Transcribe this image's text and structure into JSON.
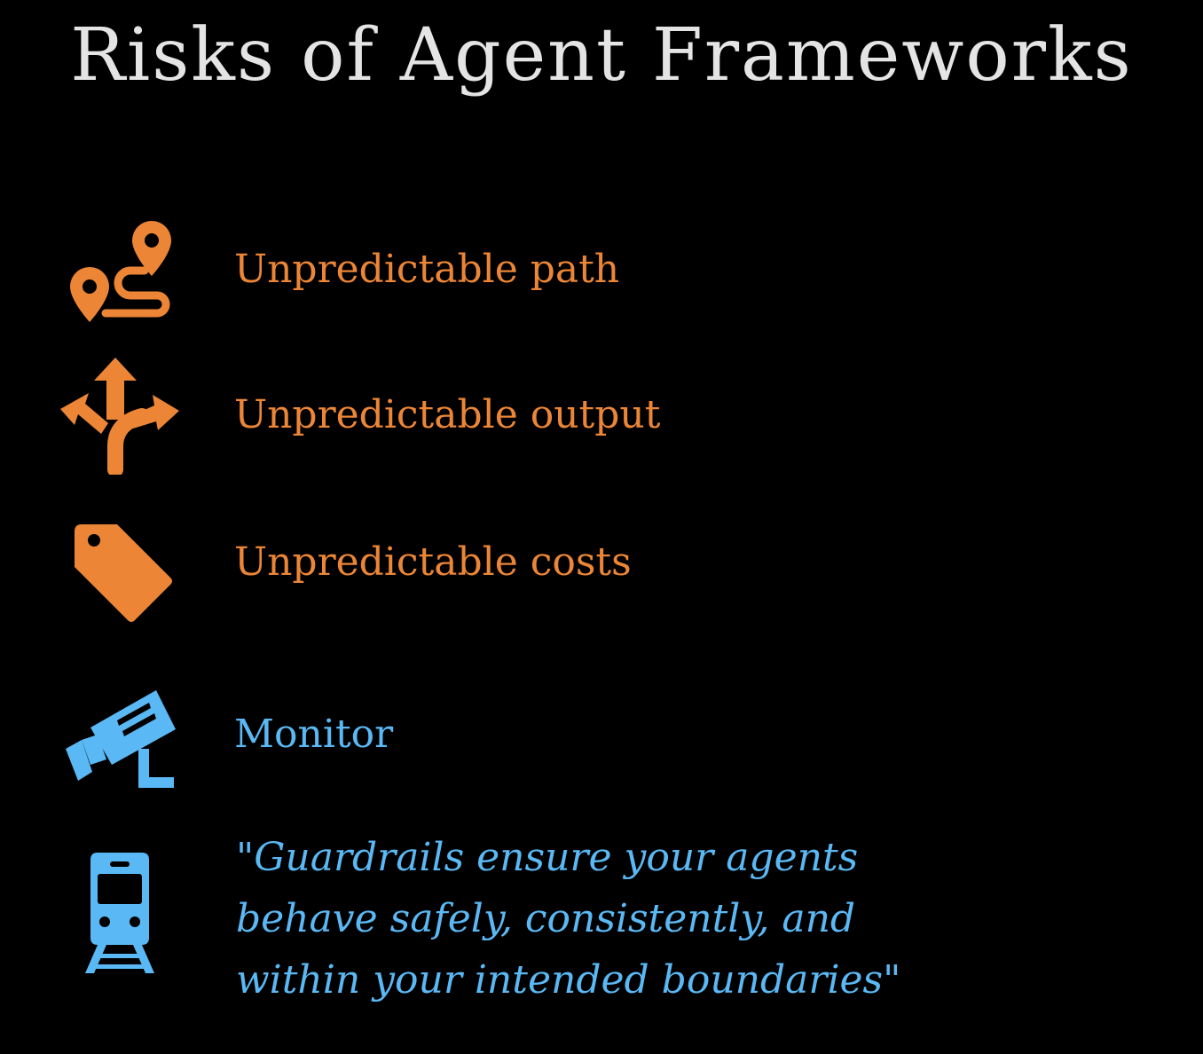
{
  "slide": {
    "title": "Risks of Agent Frameworks",
    "risks": [
      {
        "icon": "route-icon",
        "label": "Unpredictable path"
      },
      {
        "icon": "split-arrows-icon",
        "label": "Unpredictable output"
      },
      {
        "icon": "price-tag-icon",
        "label": "Unpredictable costs"
      }
    ],
    "mitigations": [
      {
        "icon": "security-camera-icon",
        "label": "Monitor"
      },
      {
        "icon": "train-icon",
        "quote_lines": [
          "\"Guardrails ensure your agents",
          "behave safely, consistently, and",
          "within your intended boundaries\""
        ]
      }
    ]
  },
  "colors": {
    "background": "#000000",
    "title": "#e4e4e4",
    "risk": "#ec8636",
    "mitigation": "#5ab8f4"
  }
}
